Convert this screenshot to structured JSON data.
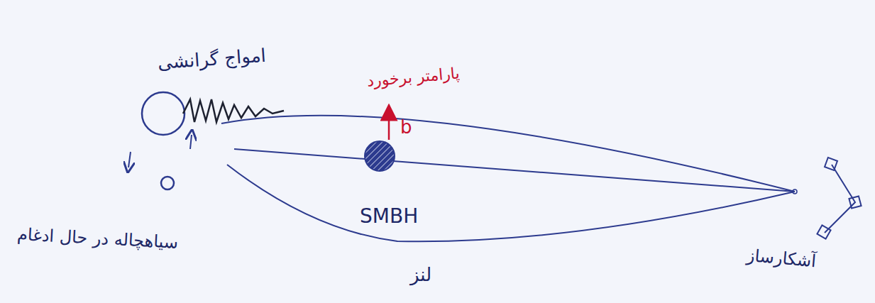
{
  "diagram": {
    "labels": [
      "امواج گرانشی",
      "پارامتر برخورد",
      "b",
      "SMBH",
      "لنز",
      "سیاهچاله در حال ادغام",
      "آشکارساز"
    ]
  }
}
